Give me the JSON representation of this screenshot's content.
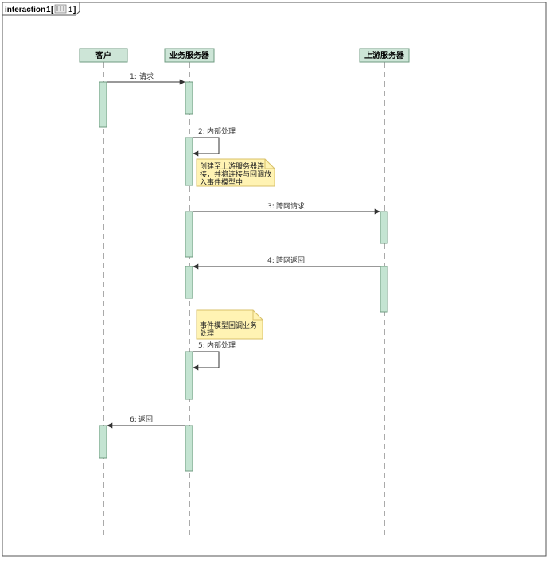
{
  "frame": {
    "keyword": "interaction",
    "number": "1",
    "tag_icon": "sequence-diagram-icon",
    "tag_text": "1"
  },
  "lifelines": [
    {
      "id": "client",
      "label": "客户"
    },
    {
      "id": "biz",
      "label": "业务服务器"
    },
    {
      "id": "upstream",
      "label": "上游服务器"
    }
  ],
  "messages": [
    {
      "num": "1:",
      "text": "请求"
    },
    {
      "num": "2:",
      "text": "内部处理"
    },
    {
      "num": "3:",
      "text": "跨网请求"
    },
    {
      "num": "4:",
      "text": "跨网返回"
    },
    {
      "num": "5:",
      "text": "内部处理"
    },
    {
      "num": "6:",
      "text": "返回"
    }
  ],
  "notes": [
    {
      "lines": [
        "创建至上游服务器连",
        "接，并将连接与回调放",
        "入事件模型中"
      ]
    },
    {
      "lines": [
        "事件模型回调业务",
        "处理"
      ]
    }
  ],
  "colors": {
    "lifeline_fill": "#cde5d7",
    "lifeline_stroke": "#6f9b80",
    "activation_fill": "#c4e4d2",
    "note_fill": "#fff3b3",
    "note_stroke": "#d8c06a",
    "line": "#333333"
  }
}
